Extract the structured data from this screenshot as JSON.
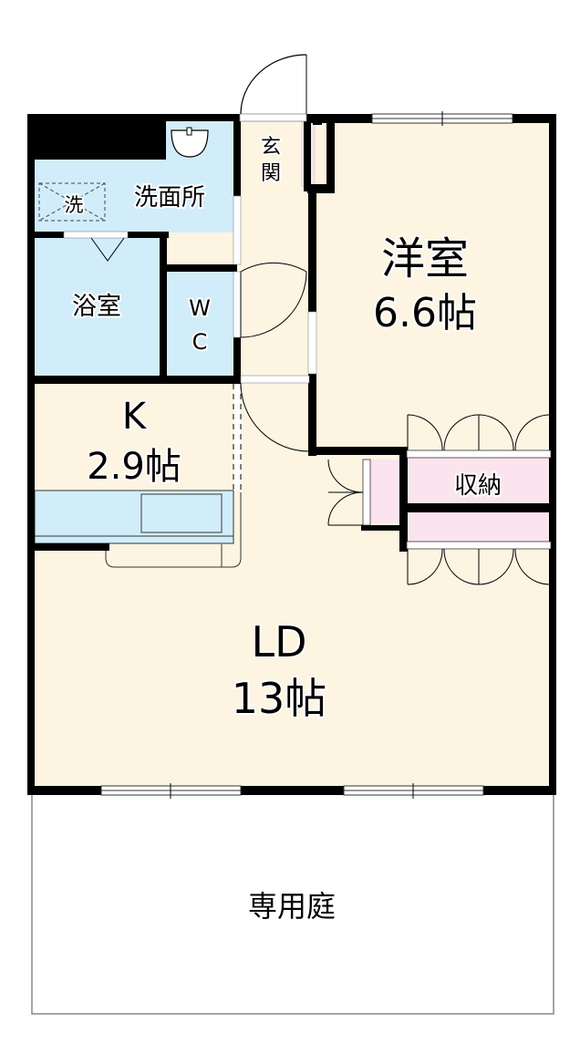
{
  "floor_plan": {
    "colors": {
      "wall": "#000000",
      "living_floor": "#FDF4E2",
      "wet_area": "#D1EDFA",
      "storage": "#FCE4EE",
      "outdoor": "#FFFFFF"
    },
    "rooms": {
      "washroom": {
        "label": "洗面所"
      },
      "washer": {
        "label": "洗"
      },
      "bathroom": {
        "label": "浴室"
      },
      "toilet": {
        "label_line1": "W",
        "label_line2": "C"
      },
      "entrance": {
        "label_line1": "玄",
        "label_line2": "関"
      },
      "western_room": {
        "label": "洋室",
        "size": "6.6帖"
      },
      "kitchen": {
        "label": "K",
        "size": "2.9帖"
      },
      "storage": {
        "label": "収納"
      },
      "living_dining": {
        "label": "LD",
        "size": "13帖"
      },
      "private_garden": {
        "label": "専用庭"
      }
    }
  }
}
